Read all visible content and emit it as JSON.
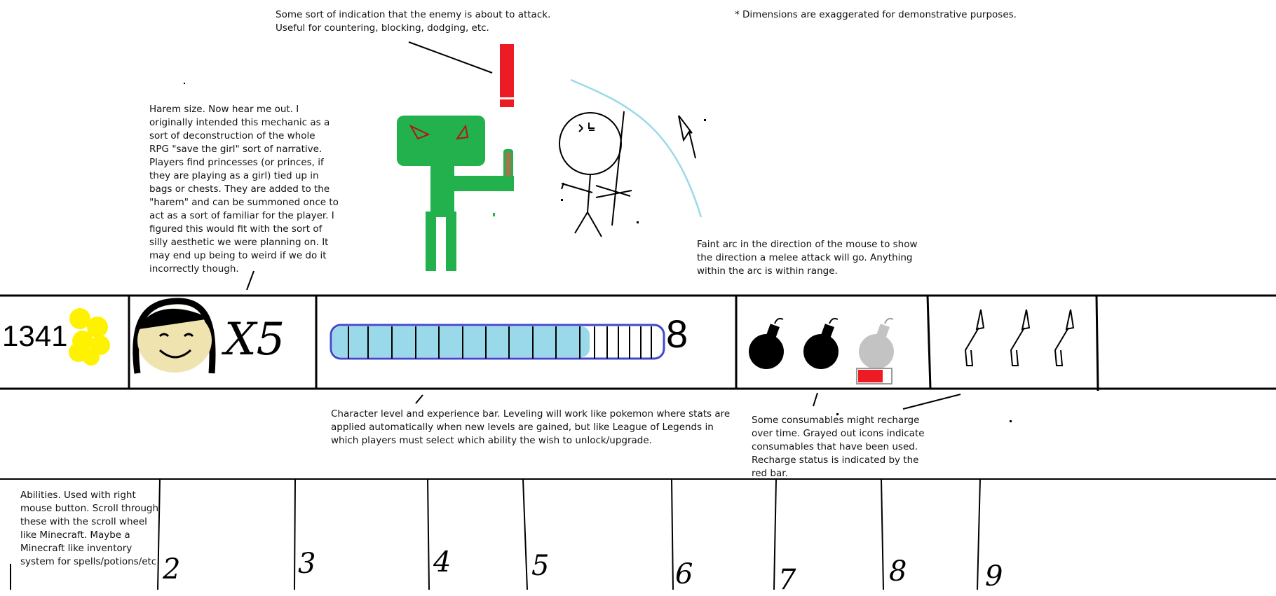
{
  "annotations": {
    "attack_warning": "Some sort of indication that the enemy is about to attack.\nUseful for countering, blocking, dodging, etc.",
    "dimensions_note": "* Dimensions are exaggerated for demonstrative purposes.",
    "harem": "Harem size. Now hear me out. I\noriginally intended this mechanic as a\nsort of deconstruction of the whole\nRPG \"save the girl\" sort of narrative.\nPlayers find princesses (or princes, if\nthey are playing as a girl) tied up in\nbags or chests. They are added to the\n\"harem\" and can be summoned once to\nact as a sort of familiar for the player. I\nfigured this would fit with the sort of\nsilly aesthetic we were planning on. It\nmay end up being to weird if we do it\nincorrectly though.",
    "melee_arc": "Faint arc in the direction of the mouse to show\nthe direction a melee attack will go. Anything\nwithin the arc is within range.",
    "level_bar": "Character level and experience bar. Leveling will work like pokemon where stats are\napplied automatically when new levels are gained, but like League of Legends in\nwhich players must select which ability the wish to unlock/upgrade.",
    "consumables": "Some consumables might recharge\nover time. Grayed out icons indicate\nconsumables that have been used.\nRecharge status is indicated by the\nred bar.",
    "abilities": "Abilities. Used with right\nmouse button. Scroll through\nthese with the scroll wheel\nlike Minecraft. Maybe a\nMinecraft like inventory\nsystem for spells/potions/etc"
  },
  "hud": {
    "gold_count": "1341",
    "harem_count": "X5",
    "level": "8",
    "experience_fraction": 0.78,
    "bombs": [
      {
        "state": "ready"
      },
      {
        "state": "ready"
      },
      {
        "state": "used",
        "recharge_fraction": 0.8
      }
    ],
    "potions_count": 3
  },
  "ability_slots": [
    "2",
    "3",
    "4",
    "5",
    "6",
    "7",
    "8",
    "9"
  ],
  "colors": {
    "enemy": "#22b14c",
    "warning": "#ed1c24",
    "gold": "#fff200",
    "xp_fill": "#99d9ea",
    "xp_border": "#3f48cc",
    "arc": "#99d9ea",
    "used_item": "#c3c3c3"
  }
}
